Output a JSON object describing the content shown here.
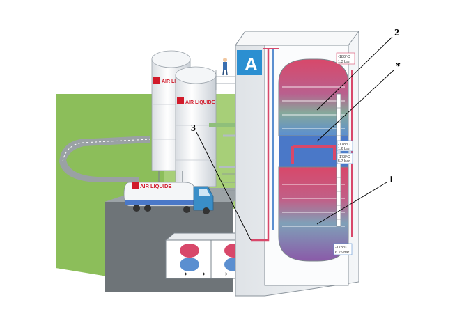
{
  "callouts": {
    "c1": "1",
    "c2": "2",
    "c3": "3",
    "star": "*"
  },
  "brand": {
    "tank_left": "AIR LIQUIDE",
    "tank_right": "AIR LIQUIDE",
    "truck": "AIR LIQUIDE",
    "column_logo": "A"
  },
  "readouts": {
    "top_temp": "-180°C",
    "top_pressure": "1.3 bar",
    "mid1_temp": "-178°C",
    "mid1_pressure": "1.6 bar",
    "mid2_temp": "-173°C",
    "mid2_pressure": "5.7 bar",
    "bottom_temp": "-173°C",
    "bottom_pressure": "6.25 bar"
  },
  "colors": {
    "ground": "#8cbe5a",
    "road": "#9aa1a4",
    "column_frame": "#eef0f2",
    "vessel_red": "#d8486a",
    "vessel_blue": "#4a78c8",
    "pipe_green": "#8fbf7a",
    "brand_red": "#d11a2a"
  }
}
